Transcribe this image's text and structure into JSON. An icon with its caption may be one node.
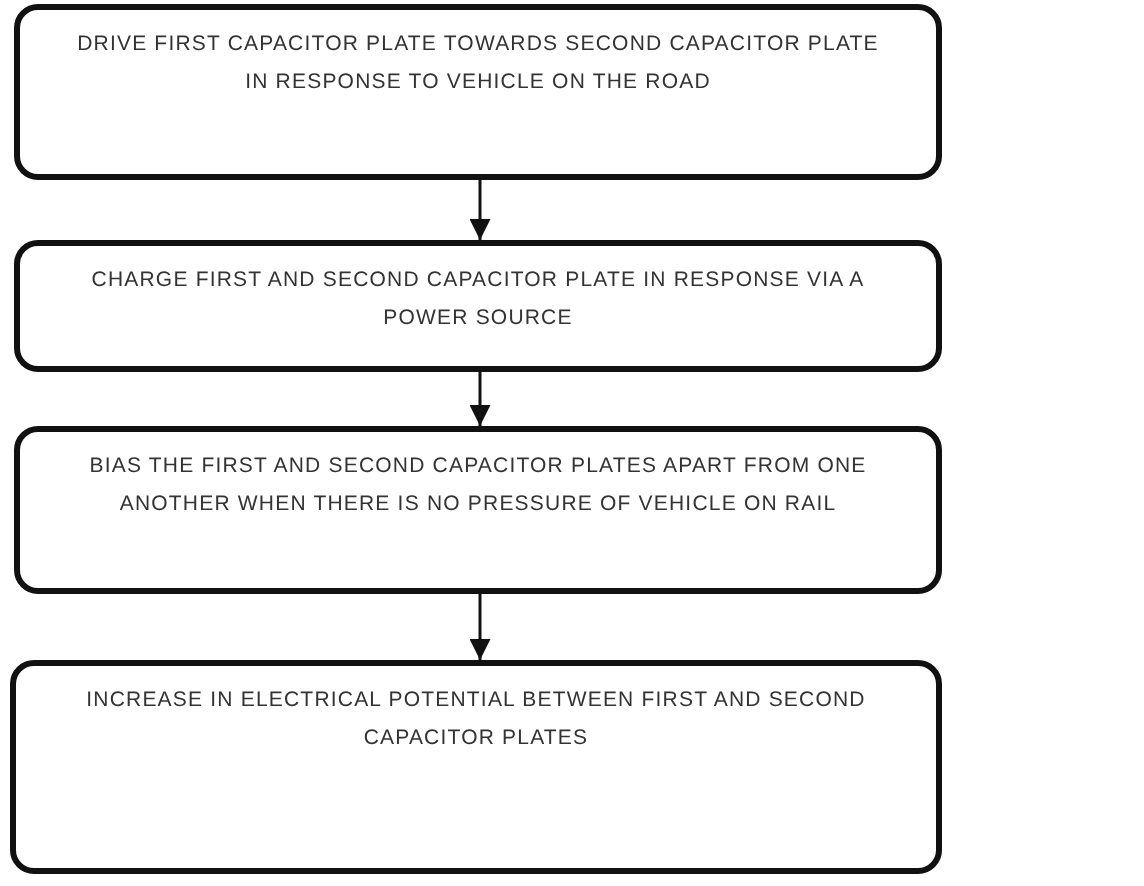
{
  "diagram": {
    "nodes": [
      {
        "text": [
          "DRIVE FIRST CAPACITOR PLATE TOWARDS SECOND CAPACITOR PLATE IN RESPONSE TO VEHICLE ON THE ROAD"
        ]
      },
      {
        "text": [
          "CHARGE FIRST AND SECOND CAPACITOR PLATE IN RESPONSE VIA A POWER SOURCE"
        ]
      },
      {
        "text": [
          "BIAS THE FIRST AND SECOND CAPACITOR PLATES APART FROM ONE ANOTHER WHEN THERE IS NO PRESSURE OF VEHICLE ON RAIL"
        ]
      },
      {
        "text": [
          "INCREASE IN ELECTRICAL POTENTIAL BETWEEN FIRST AND SECOND CAPACITOR PLATES"
        ]
      }
    ],
    "edges": [
      {
        "from": 0,
        "to": 1,
        "arrow": "to"
      },
      {
        "from": 1,
        "to": 2,
        "arrow": "to"
      },
      {
        "from": 2,
        "to": 3,
        "arrow": "to"
      }
    ]
  }
}
